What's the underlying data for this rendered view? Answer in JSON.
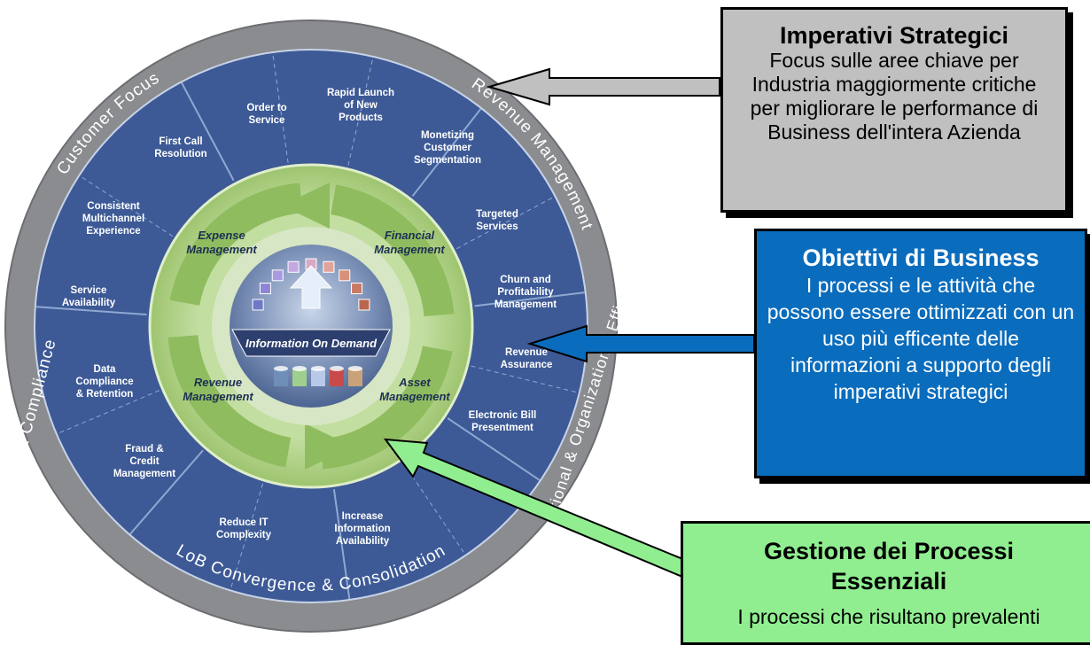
{
  "ring_labels": {
    "customer_focus": "Customer Focus",
    "revenue_management": "Revenue Management",
    "operational_efficiency": "Operational & Organizational Efficiency",
    "lob_convergence": "LoB Convergence & Consolidation",
    "risk_compliance": "Risk & Compliance"
  },
  "segments": [
    {
      "lines": [
        "Order to",
        "Service"
      ]
    },
    {
      "lines": [
        "Rapid Launch",
        "of New",
        "Products"
      ]
    },
    {
      "lines": [
        "Monetizing",
        "Customer",
        "Segmentation"
      ]
    },
    {
      "lines": [
        "Targeted",
        "Services"
      ]
    },
    {
      "lines": [
        "Churn and",
        "Profitability",
        "Management"
      ]
    },
    {
      "lines": [
        "Revenue",
        "Assurance"
      ]
    },
    {
      "lines": [
        "Electronic Bill",
        "Presentment"
      ]
    },
    {
      "lines": [
        "Increase",
        "Information",
        "Availability"
      ]
    },
    {
      "lines": [
        "Reduce IT",
        "Complexity"
      ]
    },
    {
      "lines": [
        "Fraud &",
        "Credit",
        "Management"
      ]
    },
    {
      "lines": [
        "Data",
        "Compliance",
        "& Retention"
      ]
    },
    {
      "lines": [
        "Service",
        "Availability"
      ]
    },
    {
      "lines": [
        "Consistent",
        "Multichannel",
        "Experience"
      ]
    },
    {
      "lines": [
        "First Call",
        "Resolution"
      ]
    }
  ],
  "processes": [
    {
      "lines": [
        "Expense",
        "Management"
      ]
    },
    {
      "lines": [
        "Financial",
        "Management"
      ]
    },
    {
      "lines": [
        "Revenue",
        "Management"
      ]
    },
    {
      "lines": [
        "Asset",
        "Management"
      ]
    }
  ],
  "center_label": "Information On Demand",
  "colors": {
    "outer_ring": "#8a8c8f",
    "segments": "#3d5a96",
    "segment_dividers": "#7f9ccc",
    "process_ring": "#a8cc7f",
    "center_disc": "#6b82a8",
    "box_imperativi": "#c0c0c0",
    "box_obiettivi": "#0a6cbc",
    "box_gestione": "#90ee90",
    "arrow_gray": "#c0c0c0",
    "arrow_blue": "#0a6cbc",
    "arrow_green": "#90ee90"
  },
  "boxes": {
    "imperativi": {
      "title": "Imperativi Strategici",
      "body": "Focus sulle aree chiave per Industria maggiormente critiche per migliorare le performance di Business dell'intera Azienda"
    },
    "obiettivi": {
      "title": "Obiettivi di Business",
      "body": "I processi e le attività che possono essere ottimizzati con un uso più efficente delle informazioni a supporto degli imperativi strategici"
    },
    "gestione": {
      "title": "Gestione dei Processi Essenziali",
      "body": "I processi che risultano prevalenti"
    }
  }
}
